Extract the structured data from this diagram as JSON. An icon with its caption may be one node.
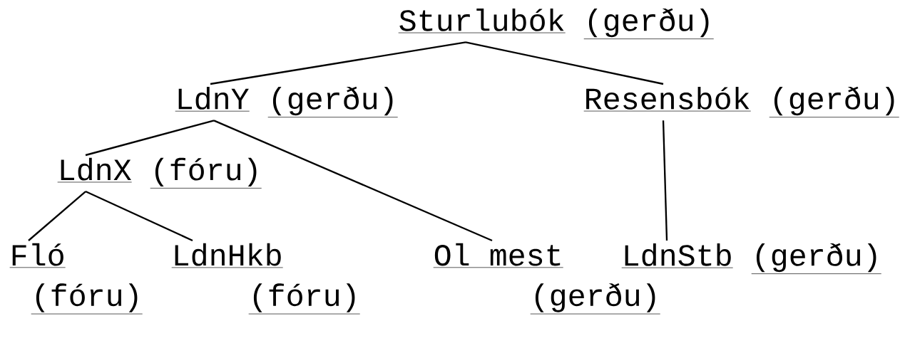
{
  "diagram": {
    "nodes": [
      {
        "text": [
          "Sturlubók",
          "(gerðu)"
        ]
      },
      {
        "text": [
          "LdnY",
          "(gerðu)"
        ]
      },
      {
        "text": [
          "Resensbók",
          "(gerðu)"
        ]
      },
      {
        "text": [
          "LdnX",
          "(fóru)"
        ]
      },
      {
        "text": [
          "Fló",
          "(fóru)"
        ]
      },
      {
        "text": [
          "LdnHkb",
          "(fóru)"
        ]
      },
      {
        "text": [
          "Ol mest",
          "(gerðu)"
        ]
      },
      {
        "text": [
          "LdnStb",
          "(gerðu)"
        ]
      }
    ],
    "edges": [
      {
        "from": 0,
        "to": 1,
        "arrow": "none"
      },
      {
        "from": 0,
        "to": 2,
        "arrow": "none"
      },
      {
        "from": 1,
        "to": 3,
        "arrow": "none"
      },
      {
        "from": 1,
        "to": 6,
        "arrow": "none"
      },
      {
        "from": 2,
        "to": 7,
        "arrow": "none"
      },
      {
        "from": 3,
        "to": 4,
        "arrow": "none"
      },
      {
        "from": 3,
        "to": 5,
        "arrow": "none"
      }
    ]
  }
}
